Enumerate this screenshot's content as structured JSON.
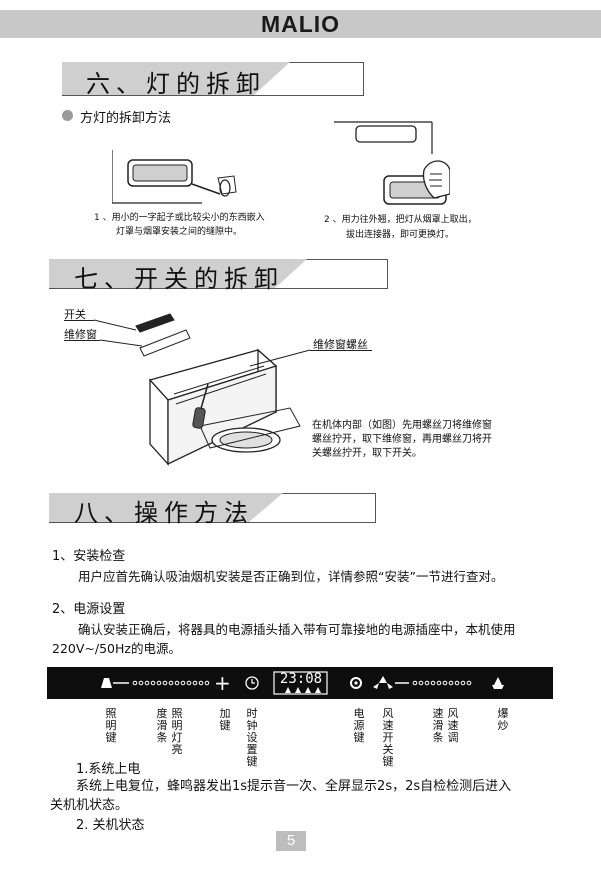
{
  "header": {
    "brand": "MALIO"
  },
  "section6": {
    "title": "六、灯的拆卸",
    "subtitle": "方灯的拆卸方法",
    "step1": [
      "1 、用小的一字起子或比较尖小的东西嵌入",
      "灯罩与烟罩安装之间的缝隙中。"
    ],
    "step2": [
      "2 、用力往外翘，把灯从烟罩上取出，",
      "拔出连接器，即可更换灯。"
    ]
  },
  "section7": {
    "title": "七、开关的拆卸",
    "label_switch": "开关",
    "label_window": "维修窗",
    "label_screw": "维修窗螺丝",
    "desc": [
      "在机体内部（如图）先用螺丝刀将维修窗",
      "螺丝拧开，取下维修窗，再用螺丝刀将开",
      "关螺丝拧开，取下开关。"
    ]
  },
  "section8": {
    "title": "八、操作方法",
    "item1_title": "1、安装检查",
    "item1_text": "用户应首先确认吸油烟机安装是否正确到位，详情参照“安装”一节进行查对。",
    "item2_title": "2、电源设置",
    "item2_text1": "确认安装正确后，将器具的电源插头插入带有可靠接地的电源插座中，本机使用",
    "item2_text2": "220V~/50Hz的电源。"
  },
  "control_panel": {
    "display": "23:08",
    "plus": "+",
    "labels": [
      "照明键",
      "度滑条",
      "照明灯亮",
      "加键",
      "时钟设置键",
      "电源键",
      "风速开关键",
      "速滑条",
      "风速调",
      "爆炒"
    ]
  },
  "system": {
    "h1": "1.系统上电",
    "p1a": "系统上电复位，蜂鸣器发出1s提示音一次、全屏显示2s，2s自检检测后进入",
    "p1b": "关机机状态。",
    "h2": "2. 关机状态"
  },
  "page_number": "5"
}
